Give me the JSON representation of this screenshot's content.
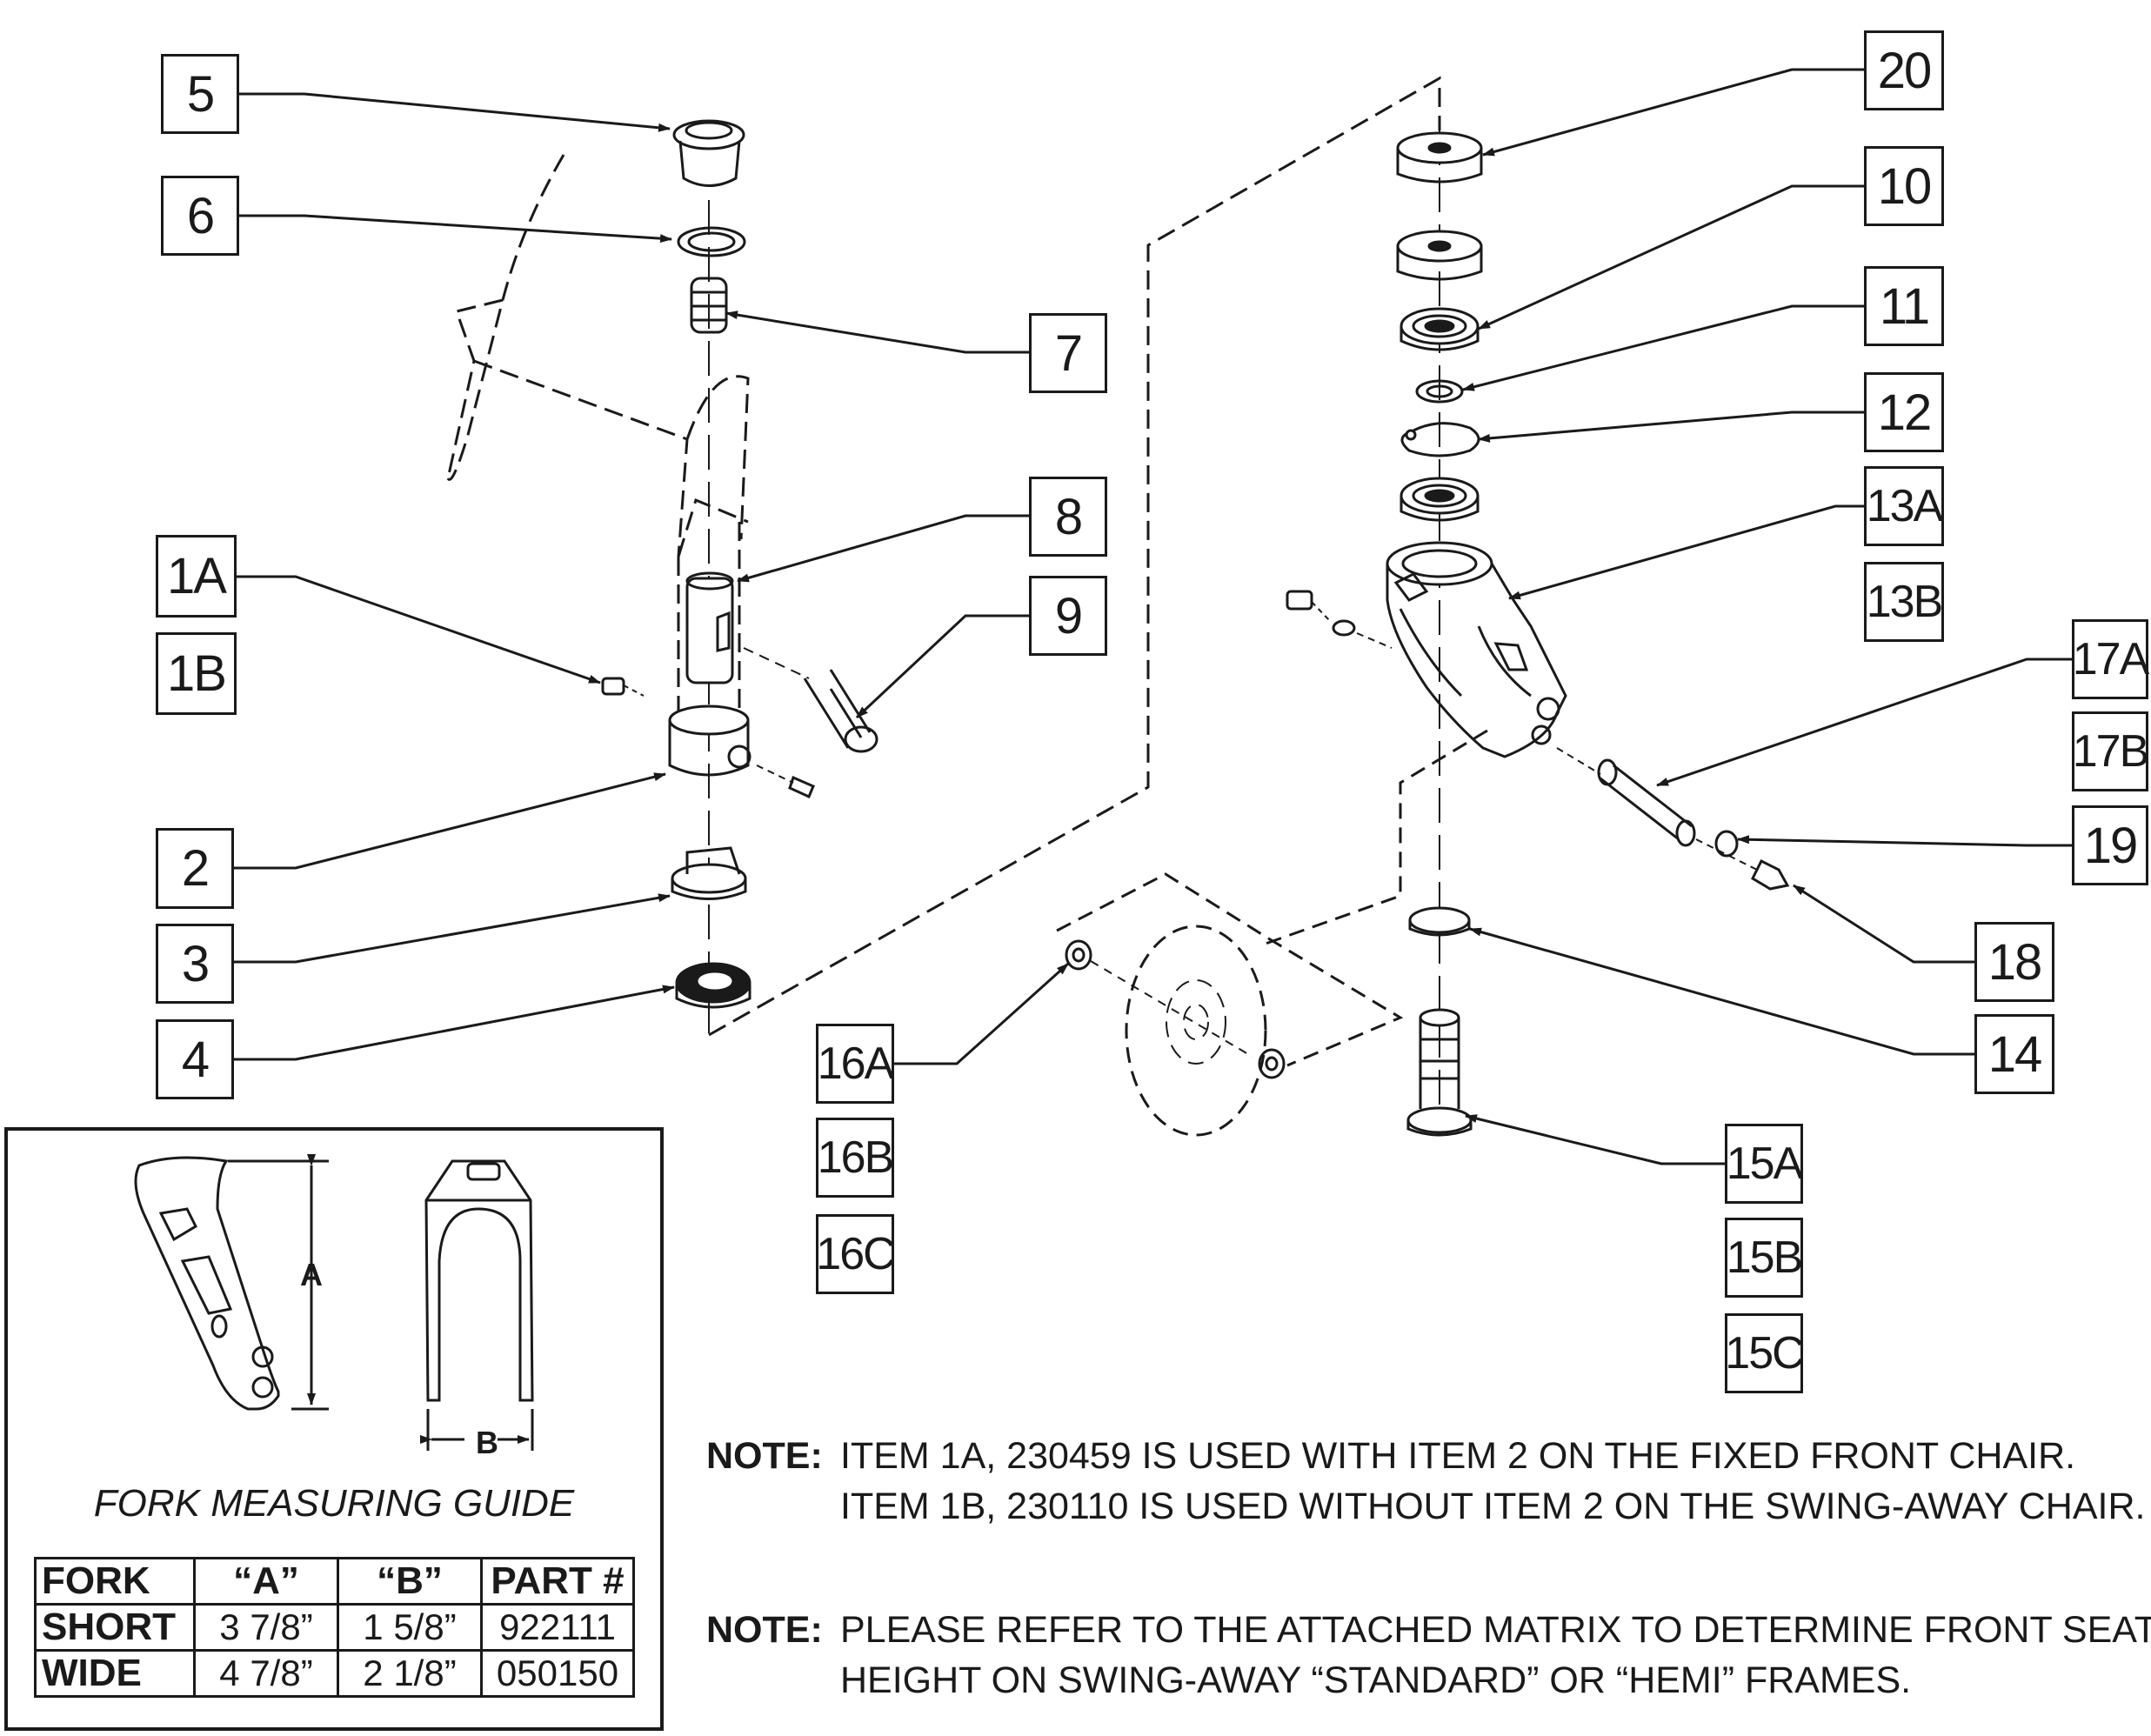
{
  "callouts": {
    "c5": "5",
    "c6": "6",
    "c7": "7",
    "c8": "8",
    "c9": "9",
    "c1a": "1A",
    "c1b": "1B",
    "c2": "2",
    "c3": "3",
    "c4": "4",
    "c20": "20",
    "c10": "10",
    "c11": "11",
    "c12": "12",
    "c13a": "13A",
    "c13b": "13B",
    "c17a": "17A",
    "c17b": "17B",
    "c19": "19",
    "c18": "18",
    "c14": "14",
    "c16a": "16A",
    "c16b": "16B",
    "c16c": "16C",
    "c15a": "15A",
    "c15b": "15B",
    "c15c": "15C"
  },
  "fork_guide": {
    "title": "FORK MEASURING GUIDE",
    "dim_a": "A",
    "dim_b": "B",
    "table": {
      "headers": [
        "FORK",
        "“A”",
        "“B”",
        "PART #"
      ],
      "rows": [
        [
          "SHORT",
          "3 7/8”",
          "1 5/8”",
          "922111"
        ],
        [
          "WIDE",
          "4 7/8”",
          "2 1/8”",
          "050150"
        ]
      ]
    }
  },
  "notes": [
    {
      "label": "NOTE:",
      "lines": [
        "ITEM 1A, 230459 IS USED WITH ITEM 2 ON THE FIXED FRONT CHAIR.",
        "ITEM 1B, 230110 IS USED WITHOUT ITEM 2 ON THE SWING-AWAY CHAIR."
      ]
    },
    {
      "label": "NOTE:",
      "lines": [
        "PLEASE REFER TO THE ATTACHED MATRIX TO DETERMINE FRONT SEAT",
        "HEIGHT ON SWING-AWAY “STANDARD” OR “HEMI” FRAMES."
      ]
    }
  ]
}
